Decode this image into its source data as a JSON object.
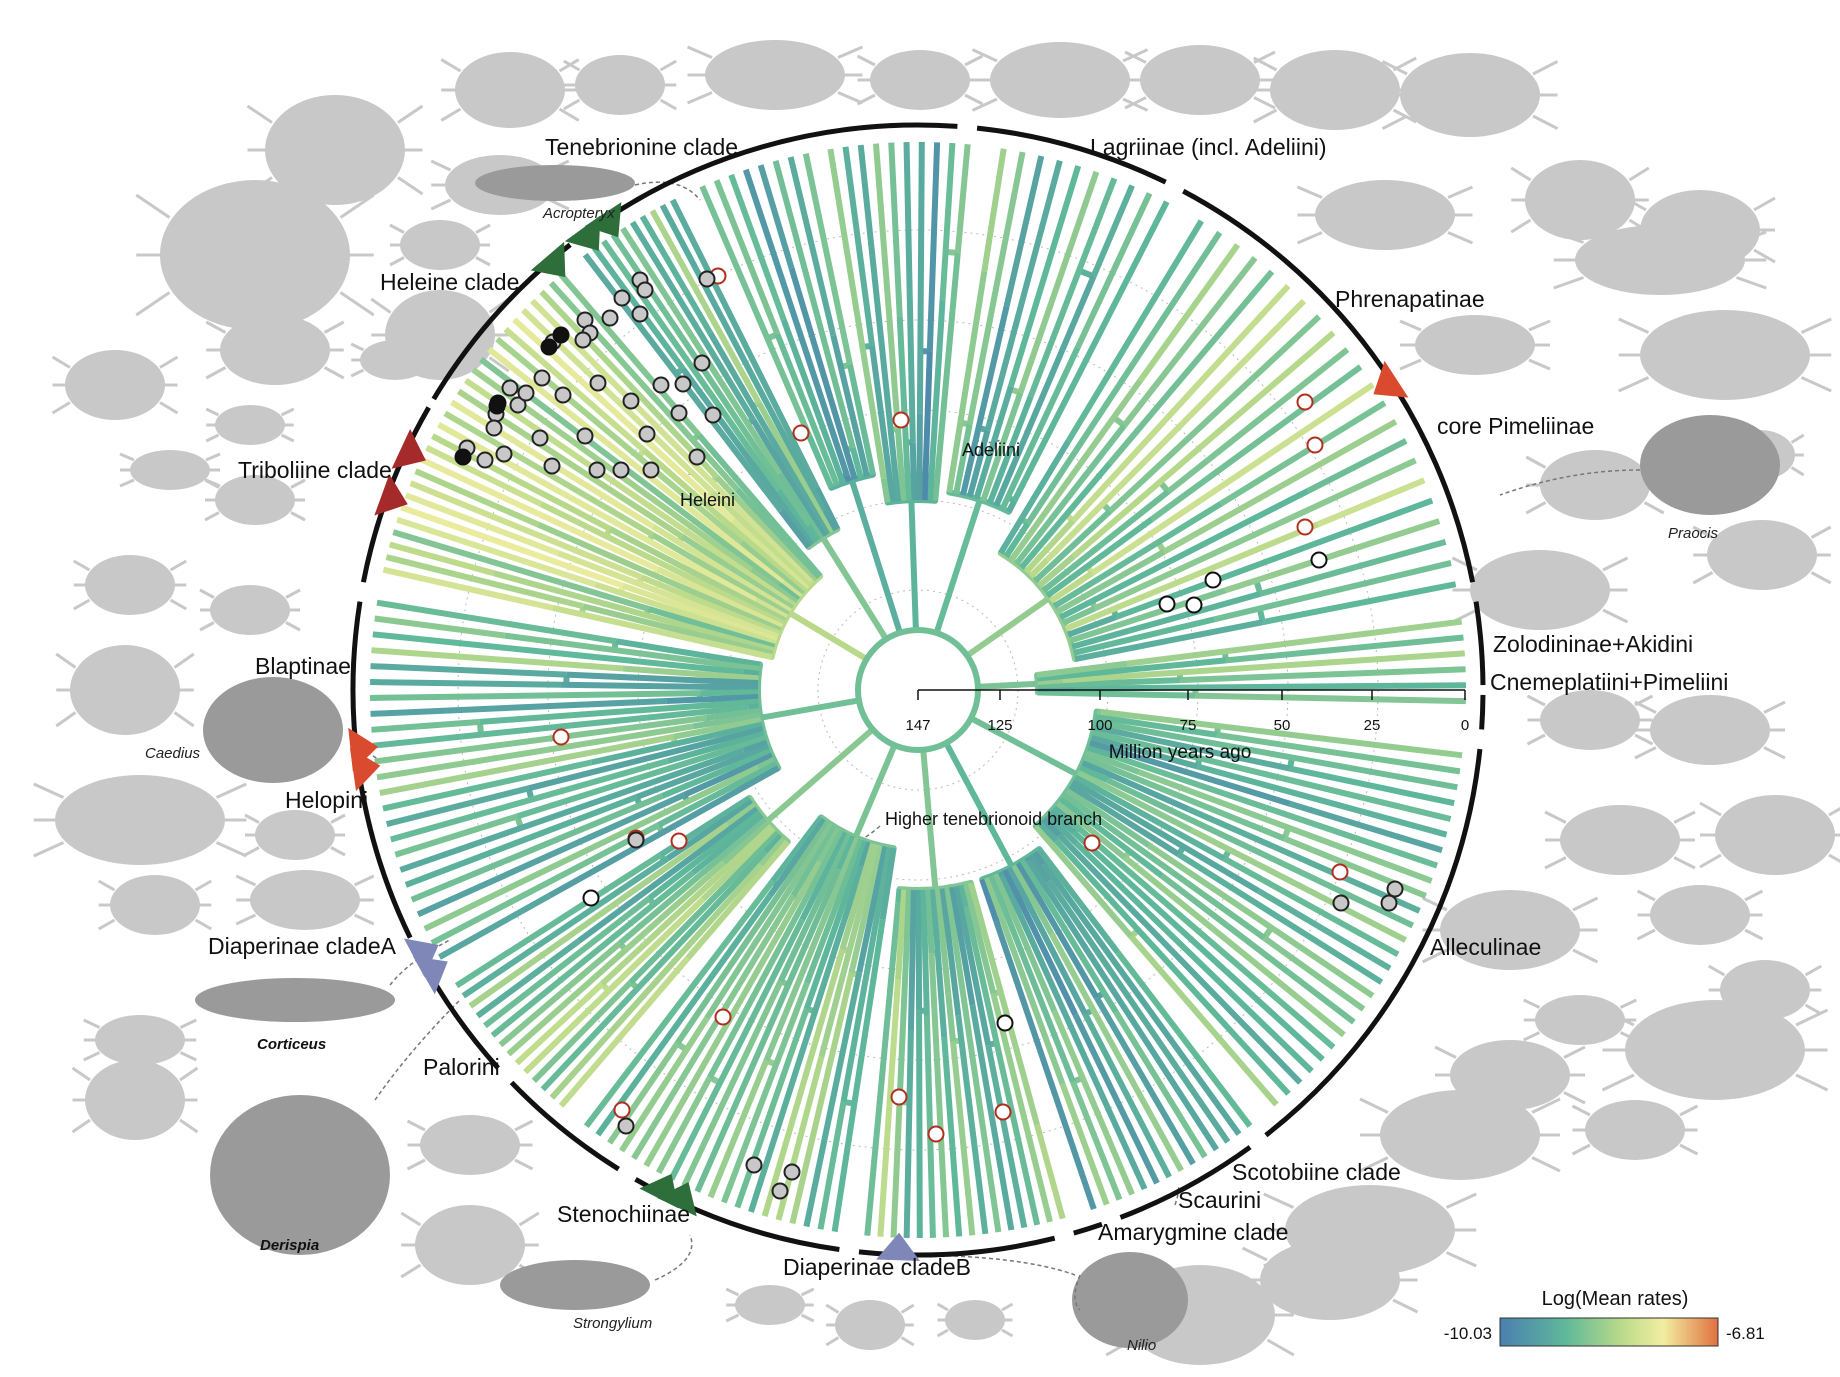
{
  "clades": {
    "tenebrionine": "Tenebrionine clade",
    "lagriinae": "Lagriinae (incl. Adeliini)",
    "phrenapatinae": "Phrenapatinae",
    "core_pimeliinae": "core Pimeliinae",
    "zolodininae": "Zolodininae+Akidini",
    "cnemeplatiini": "Cnemeplatiini+Pimeliini",
    "alleculinae": "Alleculinae",
    "scotobiine": "Scotobiine clade",
    "scaurini": "Scaurini",
    "amarygmine": "Amarygmine clade",
    "diaperinae_b": "Diaperinae cladeB",
    "stenochiinae": "Stenochiinae",
    "palorini": "Palorini",
    "diaperinae_a": "Diaperinae cladeA",
    "helopini": "Helopini",
    "blaptinae": "Blaptinae",
    "triboliine": "Triboliine clade",
    "heleine": "Heleine clade"
  },
  "inner_labels": {
    "adeliini": "Adeliini",
    "heleini": "Heleini",
    "higher_branch": "Higher tenebrionoid branch"
  },
  "genera": {
    "acropteryx": "Acropteryx",
    "praocis": "Praocis",
    "caedius": "Caedius",
    "corticeus": "Corticeus",
    "derispia": "Derispia",
    "strongylium": "Strongylium",
    "nilio": "Nilio"
  },
  "time_axis": {
    "ticks": [
      "147",
      "125",
      "100",
      "75",
      "50",
      "25",
      "0"
    ],
    "title": "Million years ago"
  },
  "legend": {
    "title": "Log(Mean rates)",
    "min": "-10.03",
    "max": "-6.81"
  },
  "colors": {
    "rate_low": "#4a7fb0",
    "rate_mid": "#5fb89a",
    "rate_high_mid": "#f2eea0",
    "rate_high": "#e07040",
    "triangle_red": "#d94a2e",
    "triangle_darkred": "#a52a2a",
    "triangle_green": "#2e6e3a",
    "triangle_blue": "#7f86b8",
    "silhouette": "#c8c8c8",
    "silhouette_dark": "#9a9a9a"
  }
}
